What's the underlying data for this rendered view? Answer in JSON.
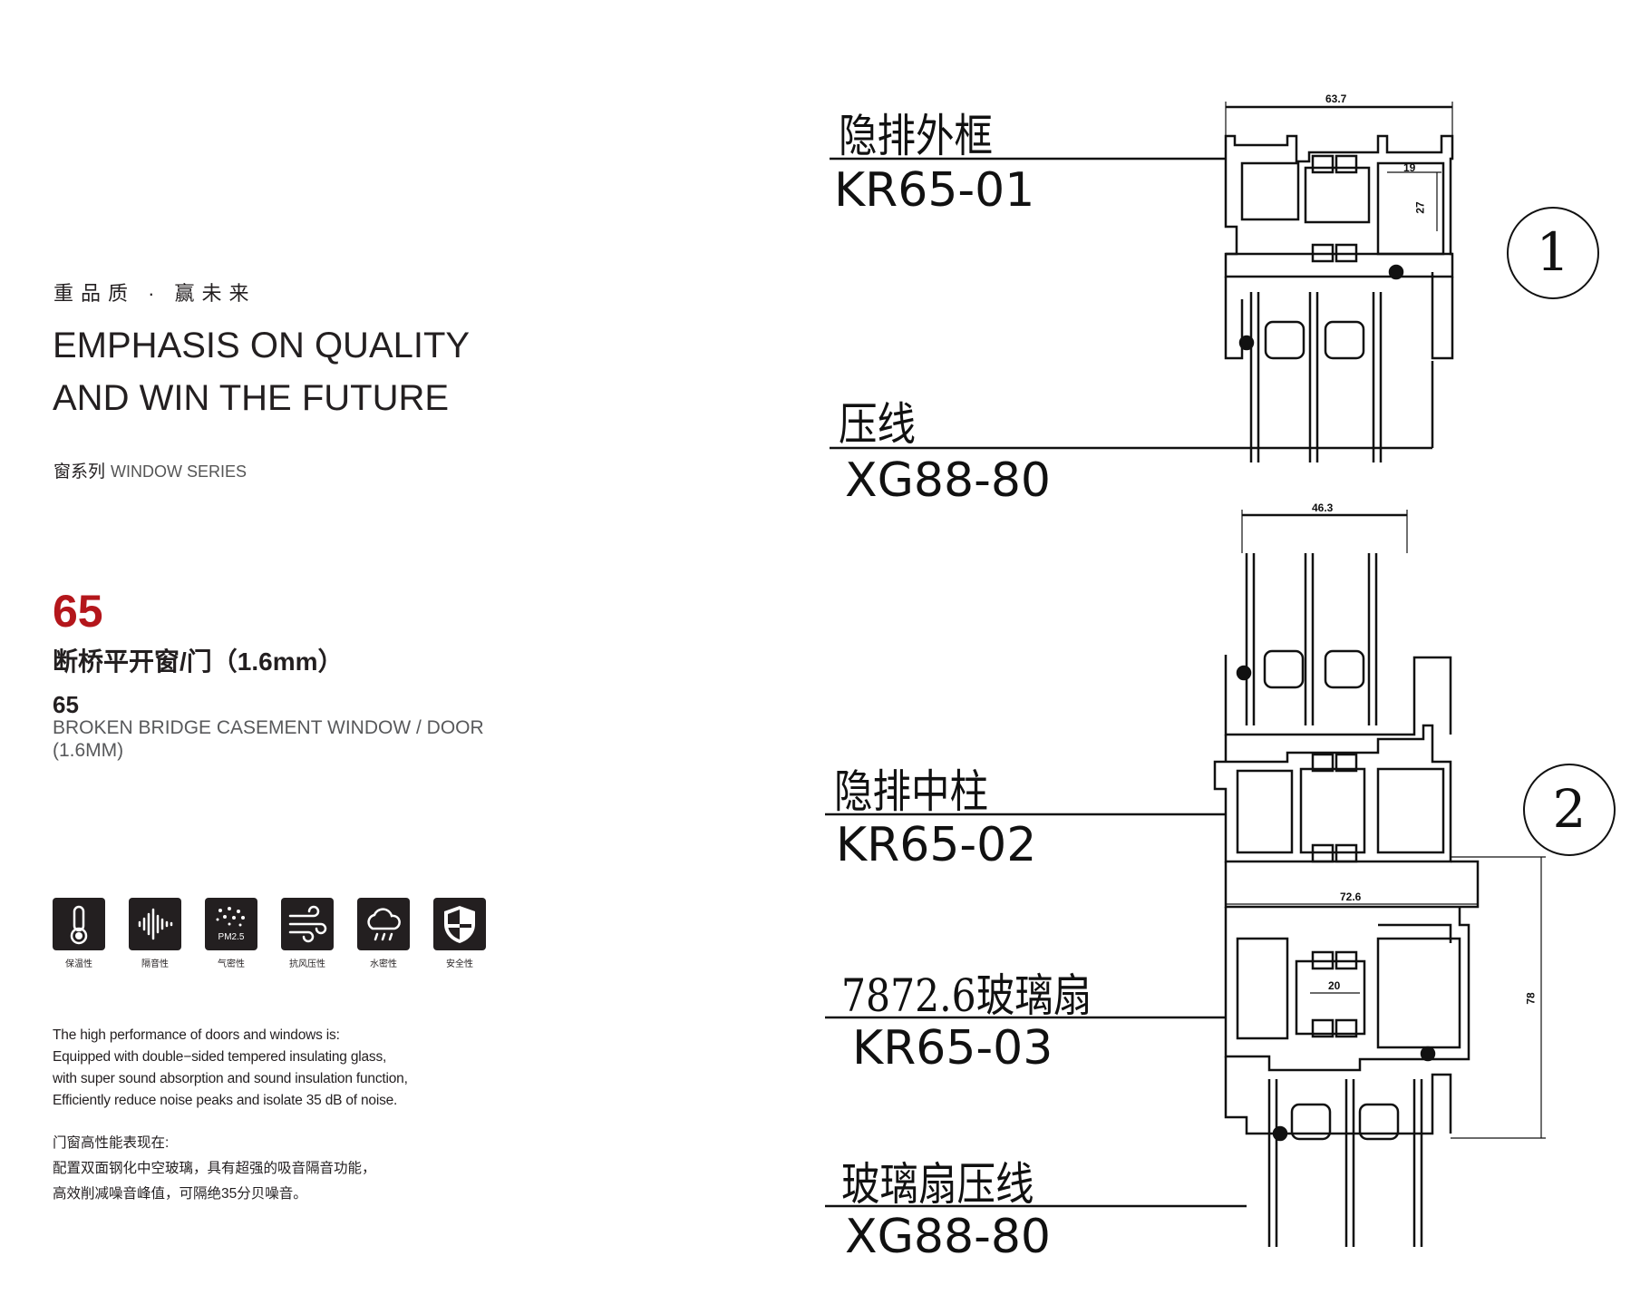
{
  "slogan": {
    "cn": "重品质 · 赢未来",
    "en_line1": "EMPHASIS ON QUALITY",
    "en_line2": "AND WIN THE FUTURE"
  },
  "series": {
    "cn": "窗系列",
    "en": "WINDOW SERIES"
  },
  "model": {
    "number": "65",
    "name_cn": "断桥平开窗/门（1.6mm）",
    "number_en": "65",
    "name_en_line1": "BROKEN BRIDGE CASEMENT WINDOW / DOOR",
    "name_en_line2": "(1.6MM)"
  },
  "features": [
    {
      "label": "保温性",
      "icon": "thermometer-icon"
    },
    {
      "label": "隔音性",
      "icon": "sound-wave-icon"
    },
    {
      "label": "气密性",
      "icon": "pm25-icon",
      "icon_text": "PM2.5"
    },
    {
      "label": "抗风压性",
      "icon": "wind-icon"
    },
    {
      "label": "水密性",
      "icon": "rain-cloud-icon"
    },
    {
      "label": "安全性",
      "icon": "shield-icon"
    }
  ],
  "description_en": [
    "The high performance of doors and windows is:",
    "Equipped with double−sided tempered insulating glass,",
    "with super sound absorption and sound insulation function,",
    "Efficiently reduce noise peaks and isolate 35 dB of noise."
  ],
  "description_cn": [
    "门窗高性能表现在:",
    "配置双面钢化中空玻璃，具有超强的吸音隔音功能，",
    "高效削减噪音峰值，可隔绝35分贝噪音。"
  ],
  "drawing1": {
    "badge": "1",
    "frame_label": "隐排外框",
    "frame_code": "KR65-01",
    "bead_label": "压线",
    "bead_code": "XG88-80",
    "dims": {
      "width": "63.7",
      "a": "19",
      "b": "27"
    }
  },
  "drawing2": {
    "badge": "2",
    "mullion_label": "隐排中柱",
    "mullion_code": "KR65-02",
    "sash_label": "7872.6玻璃扇",
    "sash_code": "KR65-03",
    "bead_label": "玻璃扇压线",
    "bead_code": "XG88-80",
    "dims": {
      "top_width": "46.3",
      "sash_width": "72.6",
      "inner": "20",
      "height": "78"
    }
  }
}
